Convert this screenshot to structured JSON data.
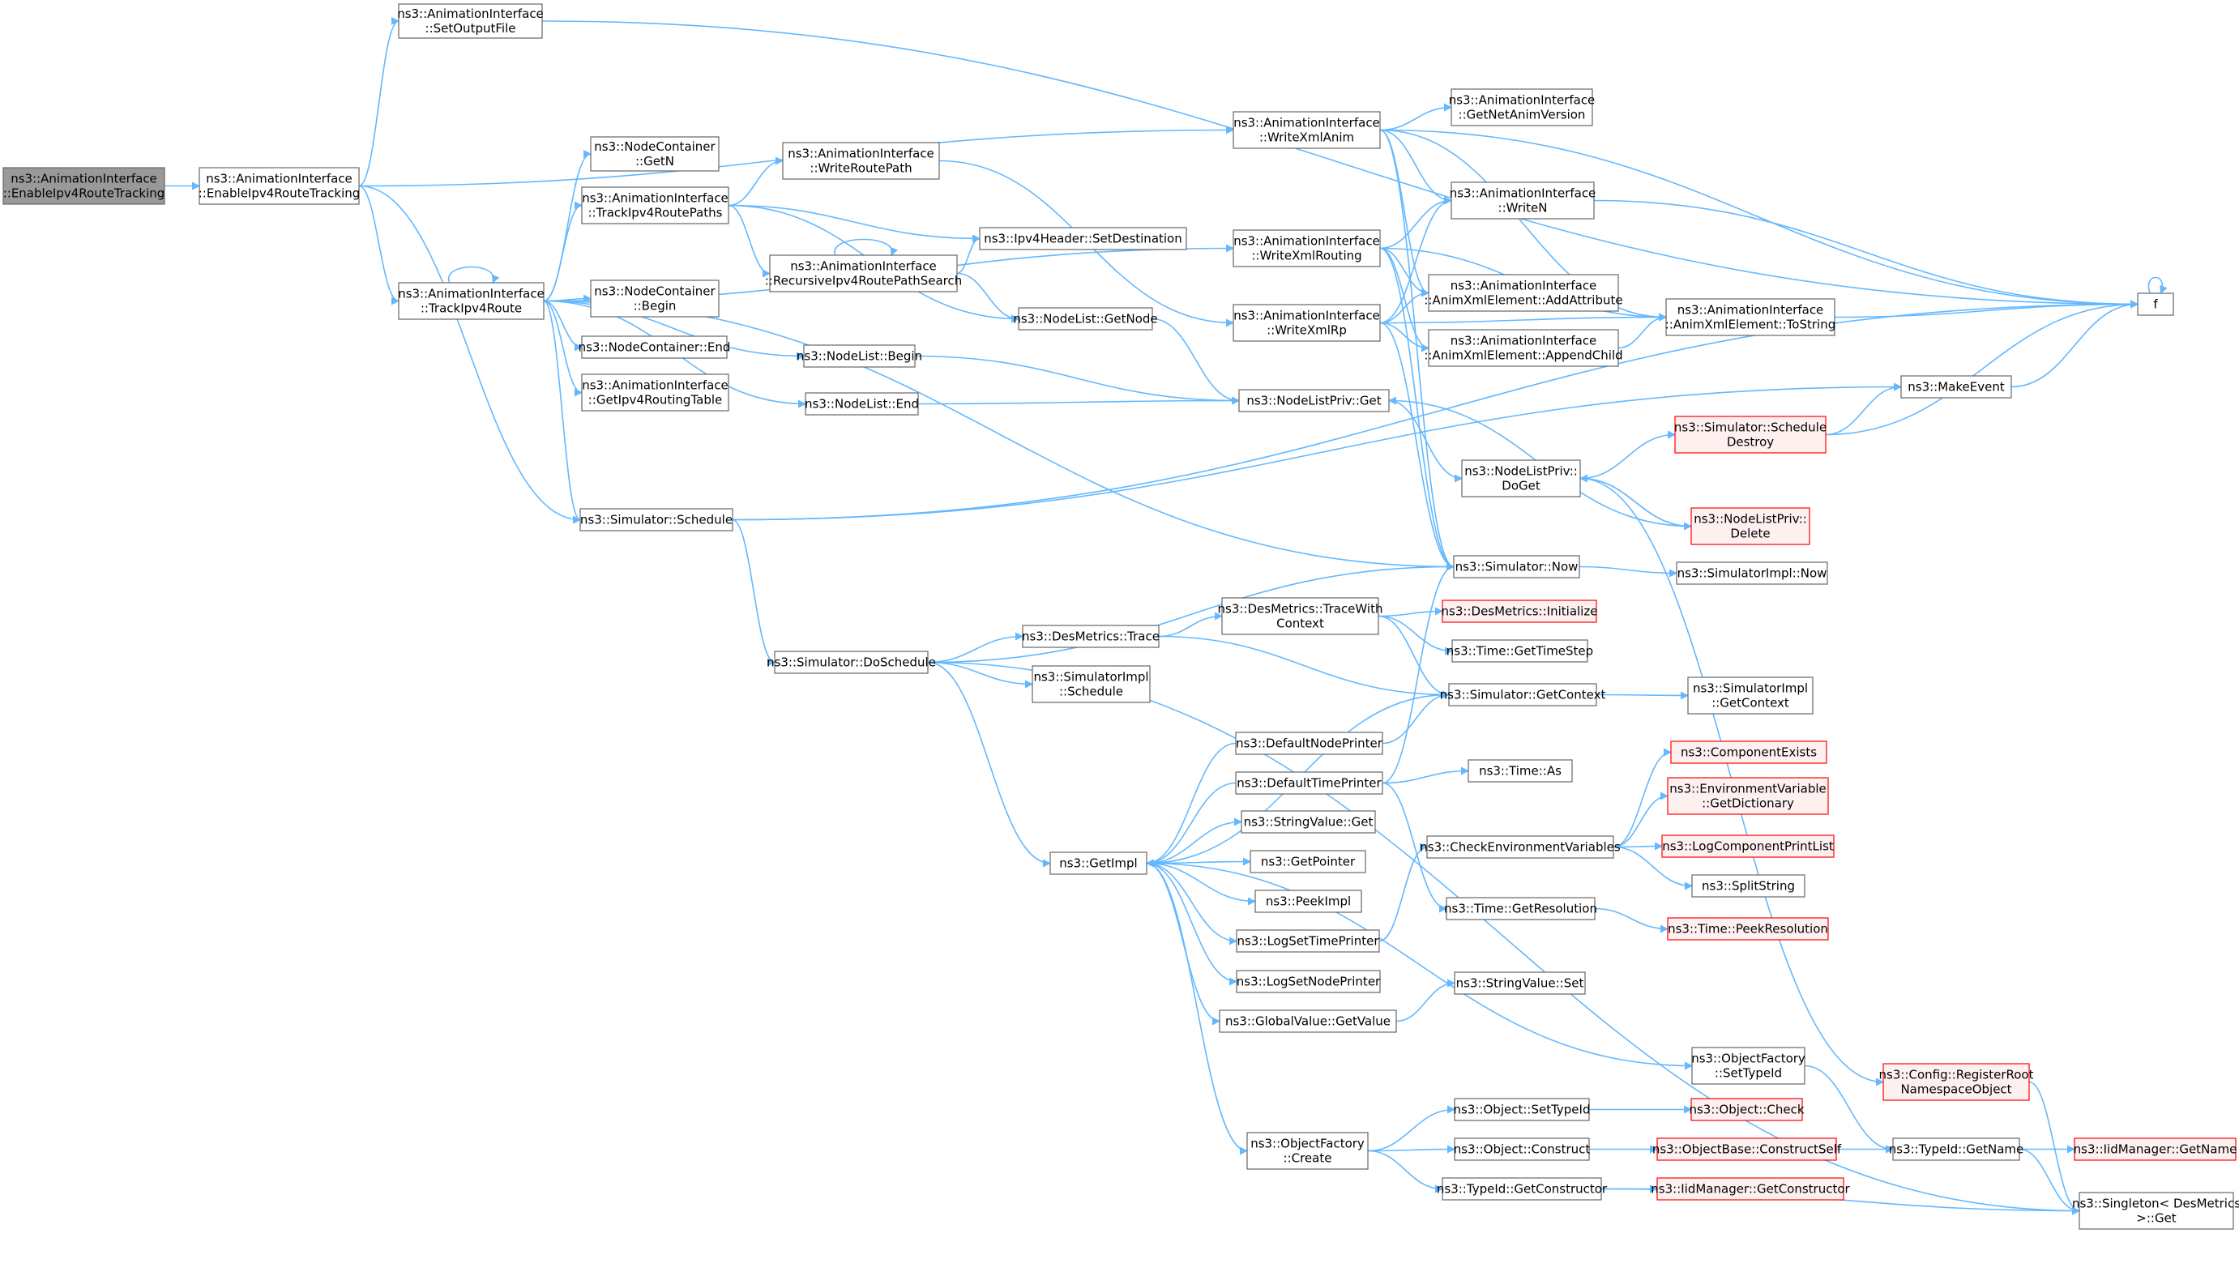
{
  "nodes": {
    "n0": {
      "lines": [
        "ns3::AnimationInterface",
        "::EnableIpv4RouteTracking"
      ]
    },
    "n1": {
      "lines": [
        "ns3::AnimationInterface",
        "::EnableIpv4RouteTracking"
      ]
    },
    "n2": {
      "lines": [
        "ns3::AnimationInterface",
        "::SetOutputFile"
      ]
    },
    "n3": {
      "lines": [
        "ns3::AnimationInterface",
        "::TrackIpv4Route"
      ]
    },
    "n4": {
      "lines": [
        "ns3::Simulator::Schedule"
      ]
    },
    "n5": {
      "lines": [
        "ns3::NodeContainer",
        "::GetN"
      ]
    },
    "n6": {
      "lines": [
        "ns3::AnimationInterface",
        "::TrackIpv4RoutePaths"
      ]
    },
    "n7": {
      "lines": [
        "ns3::NodeContainer",
        "::Begin"
      ]
    },
    "n8": {
      "lines": [
        "ns3::NodeContainer::End"
      ]
    },
    "n9": {
      "lines": [
        "ns3::AnimationInterface",
        "::GetIpv4RoutingTable"
      ]
    },
    "n10": {
      "lines": [
        "ns3::AnimationInterface",
        "::WriteRoutePath"
      ]
    },
    "n11": {
      "lines": [
        "ns3::AnimationInterface",
        "::RecursiveIpv4RoutePathSearch"
      ]
    },
    "n12": {
      "lines": [
        "ns3::Ipv4Header::SetDestination"
      ]
    },
    "n13": {
      "lines": [
        "ns3::NodeList::GetNode"
      ]
    },
    "n14": {
      "lines": [
        "ns3::NodeList::Begin"
      ]
    },
    "n15": {
      "lines": [
        "ns3::NodeList::End"
      ]
    },
    "n16": {
      "lines": [
        "ns3::AnimationInterface",
        "::WriteXmlAnim"
      ]
    },
    "n17": {
      "lines": [
        "ns3::AnimationInterface",
        "::WriteXmlRouting"
      ]
    },
    "n18": {
      "lines": [
        "ns3::AnimationInterface",
        "::WriteXmlRp"
      ]
    },
    "n19": {
      "lines": [
        "ns3::AnimationInterface",
        "::GetNetAnimVersion"
      ]
    },
    "n20": {
      "lines": [
        "ns3::AnimationInterface",
        "::WriteN"
      ]
    },
    "n21": {
      "lines": [
        "ns3::AnimationInterface",
        "::AnimXmlElement::AddAttribute"
      ]
    },
    "n22": {
      "lines": [
        "ns3::AnimationInterface",
        "::AnimXmlElement::AppendChild"
      ]
    },
    "n23": {
      "lines": [
        "ns3::AnimationInterface",
        "::AnimXmlElement::ToString"
      ]
    },
    "n24": {
      "lines": [
        "f"
      ]
    },
    "n25": {
      "lines": [
        "ns3::NodeListPriv::Get"
      ]
    },
    "n26": {
      "lines": [
        "ns3::MakeEvent"
      ]
    },
    "n27": {
      "lines": [
        "ns3::Simulator::Schedule",
        "Destroy"
      ]
    },
    "n28": {
      "lines": [
        "ns3::NodeListPriv::",
        "DoGet"
      ]
    },
    "n29": {
      "lines": [
        "ns3::NodeListPriv::",
        "Delete"
      ]
    },
    "n30": {
      "lines": [
        "ns3::Simulator::Now"
      ]
    },
    "n31": {
      "lines": [
        "ns3::SimulatorImpl::Now"
      ]
    },
    "n32": {
      "lines": [
        "ns3::Simulator::DoSchedule"
      ]
    },
    "n33": {
      "lines": [
        "ns3::DesMetrics::Trace"
      ]
    },
    "n34": {
      "lines": [
        "ns3::SimulatorImpl",
        "::Schedule"
      ]
    },
    "n35": {
      "lines": [
        "ns3::DesMetrics::TraceWith",
        "Context"
      ]
    },
    "n36": {
      "lines": [
        "ns3::DesMetrics::Initialize"
      ]
    },
    "n37": {
      "lines": [
        "ns3::Time::GetTimeStep"
      ]
    },
    "n38": {
      "lines": [
        "ns3::Simulator::GetContext"
      ]
    },
    "n39": {
      "lines": [
        "ns3::SimulatorImpl",
        "::GetContext"
      ]
    },
    "n40": {
      "lines": [
        "ns3::GetImpl"
      ]
    },
    "n41": {
      "lines": [
        "ns3::DefaultNodePrinter"
      ]
    },
    "n42": {
      "lines": [
        "ns3::DefaultTimePrinter"
      ]
    },
    "n43": {
      "lines": [
        "ns3::StringValue::Get"
      ]
    },
    "n44": {
      "lines": [
        "ns3::GetPointer"
      ]
    },
    "n45": {
      "lines": [
        "ns3::PeekImpl"
      ]
    },
    "n46": {
      "lines": [
        "ns3::LogSetTimePrinter"
      ]
    },
    "n47": {
      "lines": [
        "ns3::LogSetNodePrinter"
      ]
    },
    "n48": {
      "lines": [
        "ns3::GlobalValue::GetValue"
      ]
    },
    "n49": {
      "lines": [
        "ns3::ObjectFactory",
        "::Create"
      ]
    },
    "n50": {
      "lines": [
        "ns3::Time::As"
      ]
    },
    "n51": {
      "lines": [
        "ns3::CheckEnvironmentVariables"
      ]
    },
    "n52": {
      "lines": [
        "ns3::Time::GetResolution"
      ]
    },
    "n53": {
      "lines": [
        "ns3::ComponentExists"
      ]
    },
    "n54": {
      "lines": [
        "ns3::EnvironmentVariable",
        "::GetDictionary"
      ]
    },
    "n55": {
      "lines": [
        "ns3::LogComponentPrintList"
      ]
    },
    "n56": {
      "lines": [
        "ns3::SplitString"
      ]
    },
    "n57": {
      "lines": [
        "ns3::Time::PeekResolution"
      ]
    },
    "n58": {
      "lines": [
        "ns3::StringValue::Set"
      ]
    },
    "n59": {
      "lines": [
        "ns3::ObjectFactory",
        "::SetTypeId"
      ]
    },
    "n60": {
      "lines": [
        "ns3::Config::RegisterRoot",
        "NamespaceObject"
      ]
    },
    "n61": {
      "lines": [
        "ns3::Object::SetTypeId"
      ]
    },
    "n62": {
      "lines": [
        "ns3::Object::Check"
      ]
    },
    "n63": {
      "lines": [
        "ns3::Object::Construct"
      ]
    },
    "n64": {
      "lines": [
        "ns3::ObjectBase::ConstructSelf"
      ]
    },
    "n65": {
      "lines": [
        "ns3::TypeId::GetName"
      ]
    },
    "n66": {
      "lines": [
        "ns3::IidManager::GetName"
      ]
    },
    "n67": {
      "lines": [
        "ns3::TypeId::GetConstructor"
      ]
    },
    "n68": {
      "lines": [
        "ns3::IidManager::GetConstructor"
      ]
    },
    "n69": {
      "lines": [
        "ns3::Singleton< DesMetrics",
        " >::Get"
      ]
    }
  }
}
